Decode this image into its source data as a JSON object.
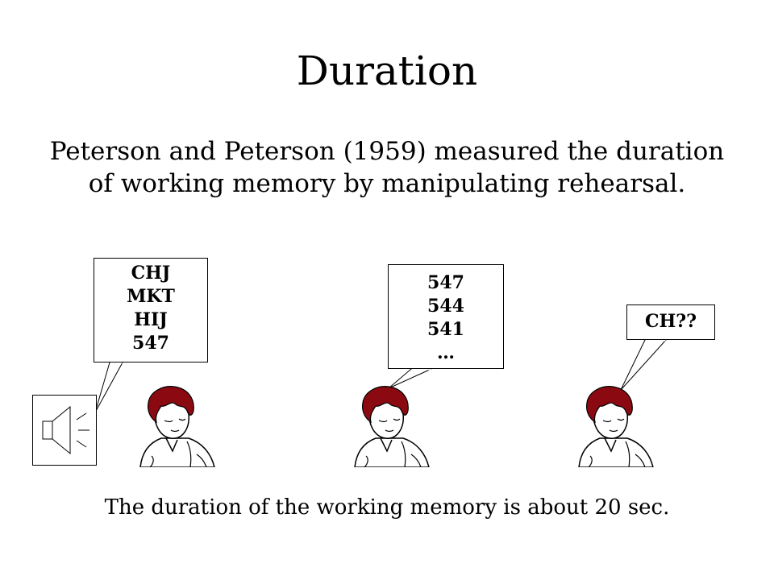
{
  "slide": {
    "title": "Duration",
    "body": "Peterson and Peterson (1959) measured the duration of working memory by manipulating rehearsal.",
    "footer": "The duration of the working memory is about 20 sec."
  },
  "bubbles": {
    "left": {
      "lines": [
        "CHJ",
        "MKT",
        "HIJ",
        "547"
      ]
    },
    "middle": {
      "lines": [
        "547",
        "544",
        "541",
        "…"
      ]
    },
    "right": {
      "lines": [
        "CH??"
      ]
    }
  },
  "icons": {
    "speaker": "speaker-icon",
    "person": "person-figure-icon"
  },
  "colors": {
    "hair": "#8B0A12",
    "outline": "#000000",
    "background": "#FFFFFF"
  }
}
